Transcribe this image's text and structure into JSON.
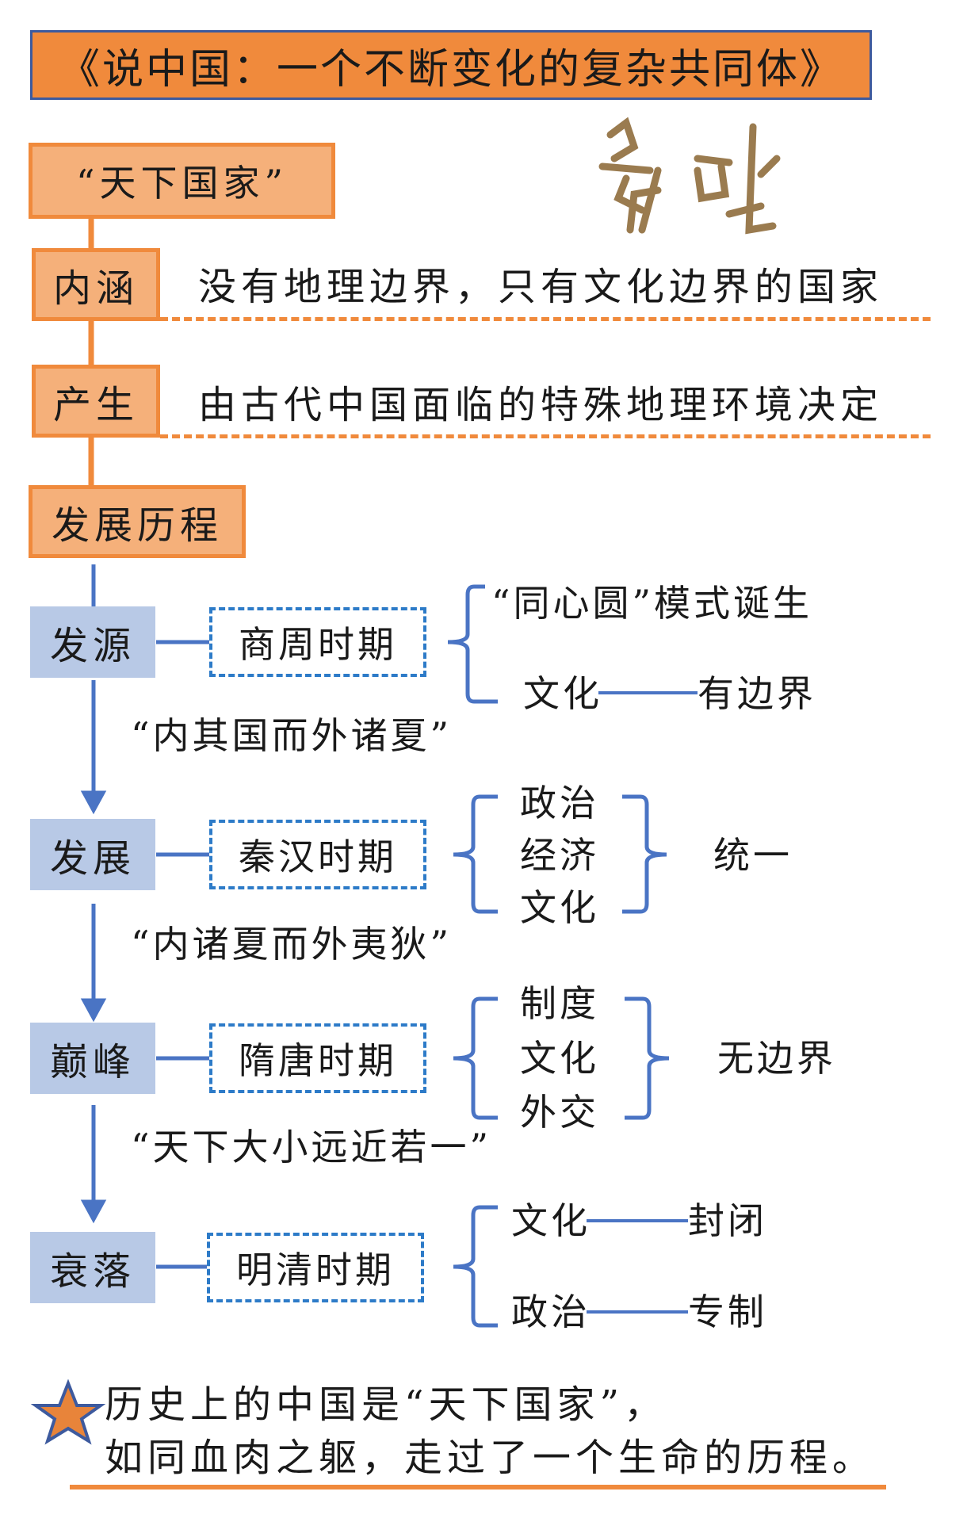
{
  "title": "《说中国：一个不断变化的复杂共同体》",
  "header_box": "“天下国家”",
  "connotation": {
    "label": "内涵",
    "text": "没有地理边界，只有文化边界的国家"
  },
  "origin": {
    "label": "产生",
    "text": "由古代中国面临的特殊地理环境决定"
  },
  "development_course": "发展历程",
  "stages": [
    {
      "stage": "发源",
      "period": "商周时期",
      "items": [
        "“同心圆”模式诞生"
      ],
      "pair": {
        "left": "文化",
        "right": "有边界"
      },
      "quote": "“内其国而外诸夏”"
    },
    {
      "stage": "发展",
      "period": "秦汉时期",
      "items": [
        "政治",
        "经济",
        "文化"
      ],
      "result": "统一",
      "quote": "“内诸夏而外夷狄”"
    },
    {
      "stage": "巅峰",
      "period": "隋唐时期",
      "items": [
        "制度",
        "文化",
        "外交"
      ],
      "result": "无边界",
      "quote": "“天下大小远近若一”"
    },
    {
      "stage": "衰落",
      "period": "明清时期",
      "pairs": [
        {
          "left": "文化",
          "right": "封闭"
        },
        {
          "left": "政治",
          "right": "专制"
        }
      ]
    }
  ],
  "conclusion": {
    "line1": "历史上的中国是“天下国家”，",
    "line2": "如同血肉之躯，走过了一个生命的历程。"
  },
  "colors": {
    "orange": "#f08a3c",
    "orange_light": "#f5b07a",
    "blue_box": "#b8c9e6",
    "blue_line": "#4a74c4",
    "dash_blue": "#2d7bc8"
  },
  "icons": [
    "star-icon",
    "ancient-glyph-icon"
  ]
}
